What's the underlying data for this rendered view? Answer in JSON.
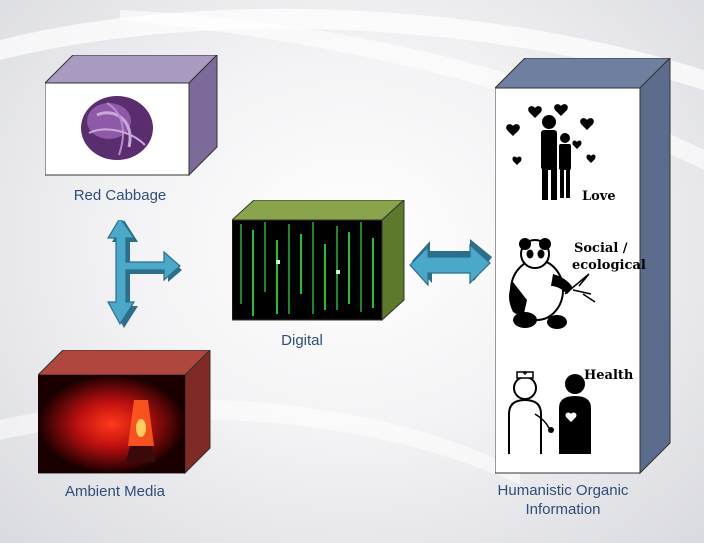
{
  "labels": {
    "red_cabbage": "Red Cabbage",
    "ambient_media": "Ambient Media",
    "digital": "Digital",
    "humanistic_line1": "Humanistic Organic",
    "humanistic_line2": "Information"
  },
  "panel_labels": {
    "love": "Love",
    "social_line1": "Social /",
    "social_line2": "ecological",
    "health": "Health"
  },
  "colors": {
    "label_text": "#2f4d7a",
    "cabbage_box": "#8b7aa6",
    "lava_box": "#8a2f2a",
    "digital_box": "#6f8a3a",
    "info_box": "#5e6f8e",
    "arrow_fill": "#4aa9c9",
    "arrow_stroke": "#2d6f8a"
  },
  "icons": [
    "three-way-arrow-icon",
    "double-arrow-icon",
    "family-hearts-icon",
    "panda-icon",
    "doctor-patient-icon"
  ]
}
